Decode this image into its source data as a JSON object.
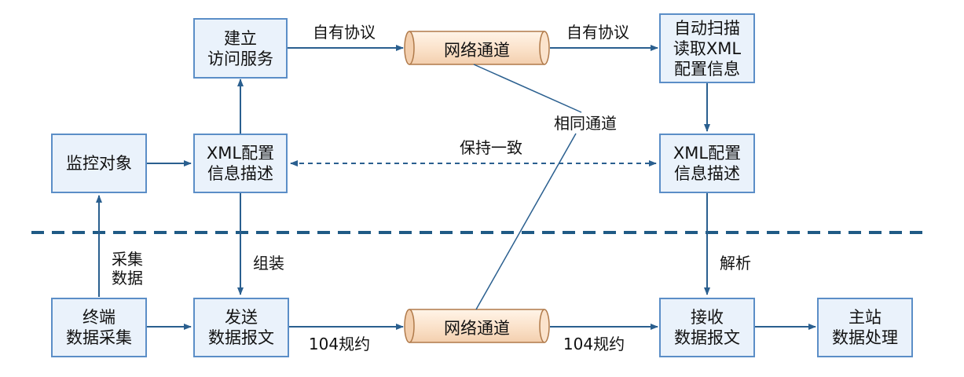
{
  "boxes": {
    "build_service": "建立\n访问服务",
    "auto_scan": "自动扫描\n读取XML\n配置信息",
    "monitor_object": "监控对象",
    "xml_left": "XML配置\n信息描述",
    "xml_right": "XML配置\n信息描述",
    "terminal": "终端\n数据采集",
    "send": "发送\n数据报文",
    "receive": "接收\n数据报文",
    "master": "主站\n数据处理"
  },
  "channels": {
    "top": "网络通道",
    "bottom": "网络通道"
  },
  "labels": {
    "own_protocol_left": "自有协议",
    "own_protocol_right": "自有协议",
    "same_channel": "相同通道",
    "keep_consistent": "保持一致",
    "collect_data": "采集\n数据",
    "assemble": "组装",
    "parse": "解析",
    "protocol_104_left": "104规约",
    "protocol_104_right": "104规约"
  },
  "colors": {
    "box_border": "#5b8ec7",
    "box_fill": "#eaf2fb",
    "arrow": "#2a5f8f",
    "separator": "#1f5a85",
    "pipe_body": "#fbe3cc",
    "pipe_border": "#b07a4a"
  }
}
